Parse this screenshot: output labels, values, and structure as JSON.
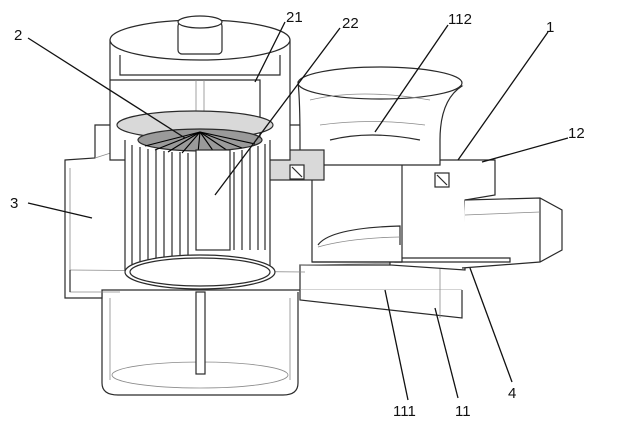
{
  "labels": {
    "l2": "2",
    "l21": "21",
    "l22": "22",
    "l112": "112",
    "l1": "1",
    "l12": "12",
    "l3": "3",
    "l111": "111",
    "l11": "11",
    "l4": "4"
  }
}
